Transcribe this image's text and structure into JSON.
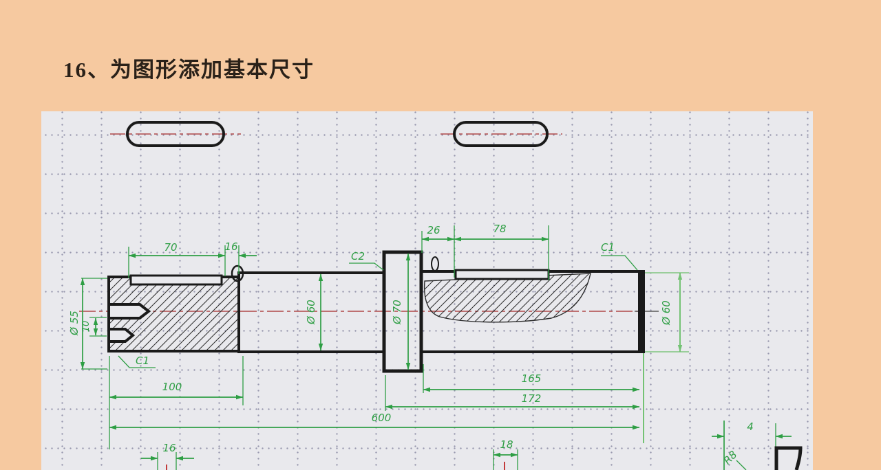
{
  "slide": {
    "title": "16、为图形添加基本尺寸"
  },
  "colors": {
    "slide_background": "#f6c9a0",
    "canvas_background": "#e9e9ed",
    "grid_dots": "#9898ae",
    "outline": "#1a1a1a",
    "dimension_green": "#2e9e44",
    "dimension_light_green": "#74c274",
    "centerline_red": "#b04848"
  },
  "drawing": {
    "labels": {
      "dim_70": "70",
      "dim_16_top": "16",
      "dia_55": "Ø 55",
      "dim_10": "10",
      "c1_left": "C1",
      "c2": "C2",
      "dia_60_mid": "Ø 60",
      "dia_70": "Ø 70",
      "dim_26": "26",
      "dim_78": "78",
      "c1_right": "C1",
      "dia_60_right": "Ø 60",
      "dim_100": "100",
      "dim_165": "165",
      "dim_172": "172",
      "dim_600": "600",
      "keyway_16": "16",
      "keyway_18": "18",
      "dim_4": "4",
      "r8": "R8"
    }
  }
}
